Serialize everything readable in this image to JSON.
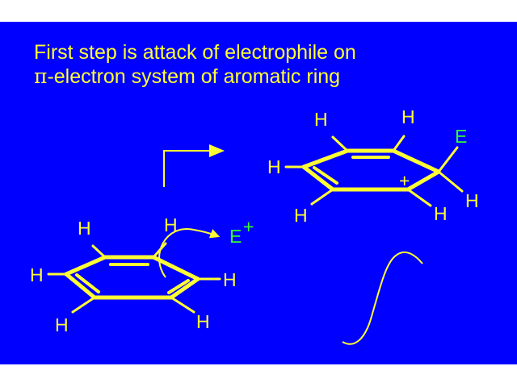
{
  "slide": {
    "background": "#0000ff",
    "text_color": "#ffff33",
    "electrophile_color": "#33ff33",
    "title_line1": "First step is attack of electrophile on",
    "title_line2_symbol": "π",
    "title_line2_rest": "-electron system of aromatic ring"
  },
  "benzene": {
    "h_top_left": "H",
    "h_top_right": "H",
    "h_left": "H",
    "h_right": "H",
    "h_bottom_left": "H",
    "h_bottom_right": "H"
  },
  "electrophile": {
    "symbol": "E",
    "charge": "+"
  },
  "arenium": {
    "h_top_left": "H",
    "h_top_right": "H",
    "h_left": "H",
    "h_bottom_left": "H",
    "h_bottom_right": "H",
    "h_sp3": "H",
    "e_sp3": "E",
    "charge": "+"
  }
}
